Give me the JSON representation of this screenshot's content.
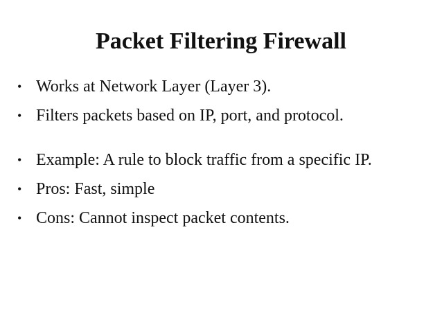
{
  "slide": {
    "title": "Packet Filtering Firewall",
    "bullet_glyph": "•",
    "bullets": [
      "Works at Network Layer (Layer 3).",
      "Filters packets based on IP, port, and protocol.",
      "Example: A rule to block traffic from a specific IP.",
      "Pros: Fast, simple",
      "Cons: Cannot inspect packet contents."
    ]
  }
}
